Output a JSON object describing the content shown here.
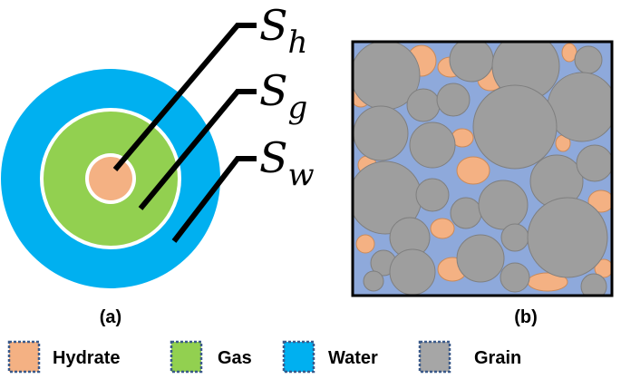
{
  "panel_a": {
    "label": "(a)",
    "saturation_labels": [
      {
        "base": "S",
        "sub": "h",
        "meaning": "Hydrate"
      },
      {
        "base": "S",
        "sub": "g",
        "meaning": "Gas"
      },
      {
        "base": "S",
        "sub": "w",
        "meaning": "Water"
      }
    ]
  },
  "panel_b": {
    "label": "(b)"
  },
  "legend": [
    {
      "label": "Hydrate",
      "color": "#F4B183"
    },
    {
      "label": "Gas",
      "color": "#92D050"
    },
    {
      "label": "Water",
      "color": "#00B0F0"
    },
    {
      "label": "Grain",
      "color": "#A6A6A6"
    }
  ],
  "colors": {
    "hydrate": "#F4B183",
    "gas": "#92D050",
    "water": "#00B0F0",
    "grain": "#9E9E9E",
    "pore_fluid": "#8EA9DB",
    "legend_border": "#3B5A8A"
  }
}
